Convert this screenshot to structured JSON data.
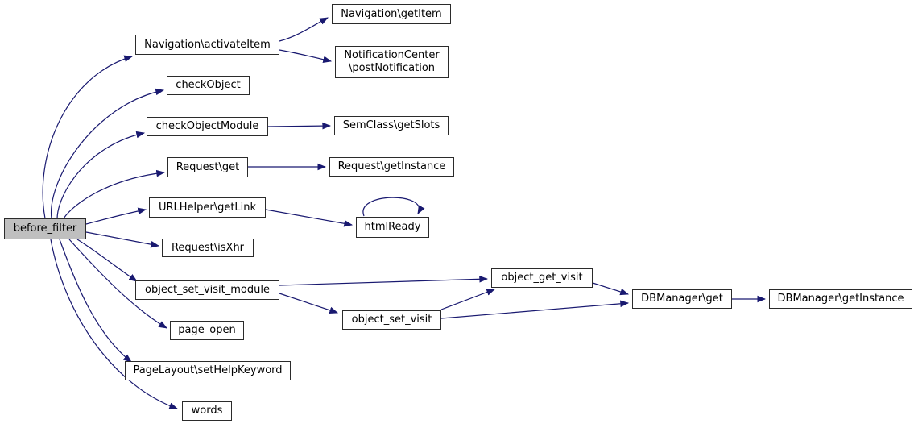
{
  "diagram": {
    "type": "call-graph",
    "root_function": "before_filter",
    "colors": {
      "edge": "#191970",
      "node_border": "#2b2b2b",
      "node_fill": "#ffffff",
      "root_fill": "#bfbfbf",
      "text": "#000000"
    },
    "nodes": {
      "before_filter": {
        "label": "before_filter"
      },
      "navigation_activateitem": {
        "label": "Navigation\\activateItem"
      },
      "navigation_getitem": {
        "label": "Navigation\\getItem"
      },
      "notificationcenter_postnotification": {
        "label": "NotificationCenter\n\\postNotification"
      },
      "checkobject": {
        "label": "checkObject"
      },
      "checkobjectmodule": {
        "label": "checkObjectModule"
      },
      "semclass_getslots": {
        "label": "SemClass\\getSlots"
      },
      "request_get": {
        "label": "Request\\get"
      },
      "request_getinstance": {
        "label": "Request\\getInstance"
      },
      "urlhelper_getlink": {
        "label": "URLHelper\\getLink"
      },
      "htmlready": {
        "label": "htmlReady"
      },
      "request_isxhr": {
        "label": "Request\\isXhr"
      },
      "object_set_visit_module": {
        "label": "object_set_visit_module"
      },
      "object_set_visit": {
        "label": "object_set_visit"
      },
      "object_get_visit": {
        "label": "object_get_visit"
      },
      "dbmanager_get": {
        "label": "DBManager\\get"
      },
      "dbmanager_getinstance": {
        "label": "DBManager\\getInstance"
      },
      "page_open": {
        "label": "page_open"
      },
      "pagelayout_sethelpkeyword": {
        "label": "PageLayout\\setHelpKeyword"
      },
      "words": {
        "label": "words"
      }
    },
    "edges": [
      {
        "from": "before_filter",
        "to": "Navigation\\activateItem"
      },
      {
        "from": "before_filter",
        "to": "checkObject"
      },
      {
        "from": "before_filter",
        "to": "checkObjectModule"
      },
      {
        "from": "before_filter",
        "to": "Request\\get"
      },
      {
        "from": "before_filter",
        "to": "URLHelper\\getLink"
      },
      {
        "from": "before_filter",
        "to": "Request\\isXhr"
      },
      {
        "from": "before_filter",
        "to": "object_set_visit_module"
      },
      {
        "from": "before_filter",
        "to": "page_open"
      },
      {
        "from": "before_filter",
        "to": "PageLayout\\setHelpKeyword"
      },
      {
        "from": "before_filter",
        "to": "words"
      },
      {
        "from": "Navigation\\activateItem",
        "to": "Navigation\\getItem"
      },
      {
        "from": "Navigation\\activateItem",
        "to": "NotificationCenter\\postNotification"
      },
      {
        "from": "checkObjectModule",
        "to": "SemClass\\getSlots"
      },
      {
        "from": "Request\\get",
        "to": "Request\\getInstance"
      },
      {
        "from": "URLHelper\\getLink",
        "to": "htmlReady"
      },
      {
        "from": "htmlReady",
        "to": "htmlReady"
      },
      {
        "from": "object_set_visit_module",
        "to": "object_get_visit"
      },
      {
        "from": "object_set_visit_module",
        "to": "object_set_visit"
      },
      {
        "from": "object_set_visit",
        "to": "object_get_visit"
      },
      {
        "from": "object_set_visit",
        "to": "DBManager\\get"
      },
      {
        "from": "object_get_visit",
        "to": "DBManager\\get"
      },
      {
        "from": "DBManager\\get",
        "to": "DBManager\\getInstance"
      }
    ]
  }
}
